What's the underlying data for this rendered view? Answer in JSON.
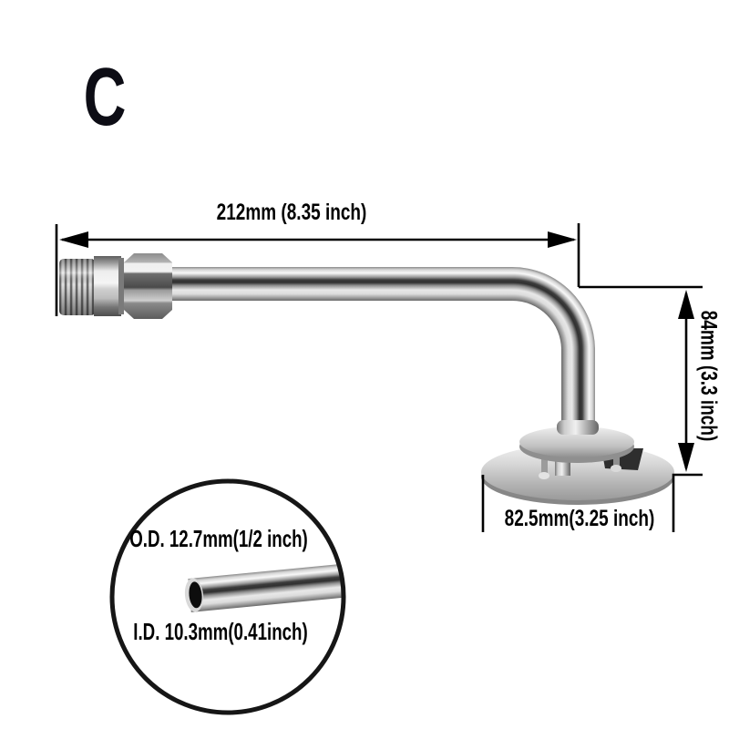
{
  "image_label": {
    "letter": "C"
  },
  "dimensions": {
    "length": "212mm (8.35 inch)",
    "height": "84mm (3.3 inch)",
    "base": "82.5mm(3.25 inch)",
    "outer_diameter": "O.D. 12.7mm(1/2 inch)",
    "inner_diameter": "I.D. 10.3mm(0.41inch)"
  },
  "colors": {
    "background": "#ffffff",
    "annotation_ink": "#000000",
    "variant_label_ink": "#0d0d15",
    "metal_highlight": "#f5f5f5",
    "metal_dark_streak": "#3a3a3a",
    "bore_dark": "#0d0d0d"
  }
}
